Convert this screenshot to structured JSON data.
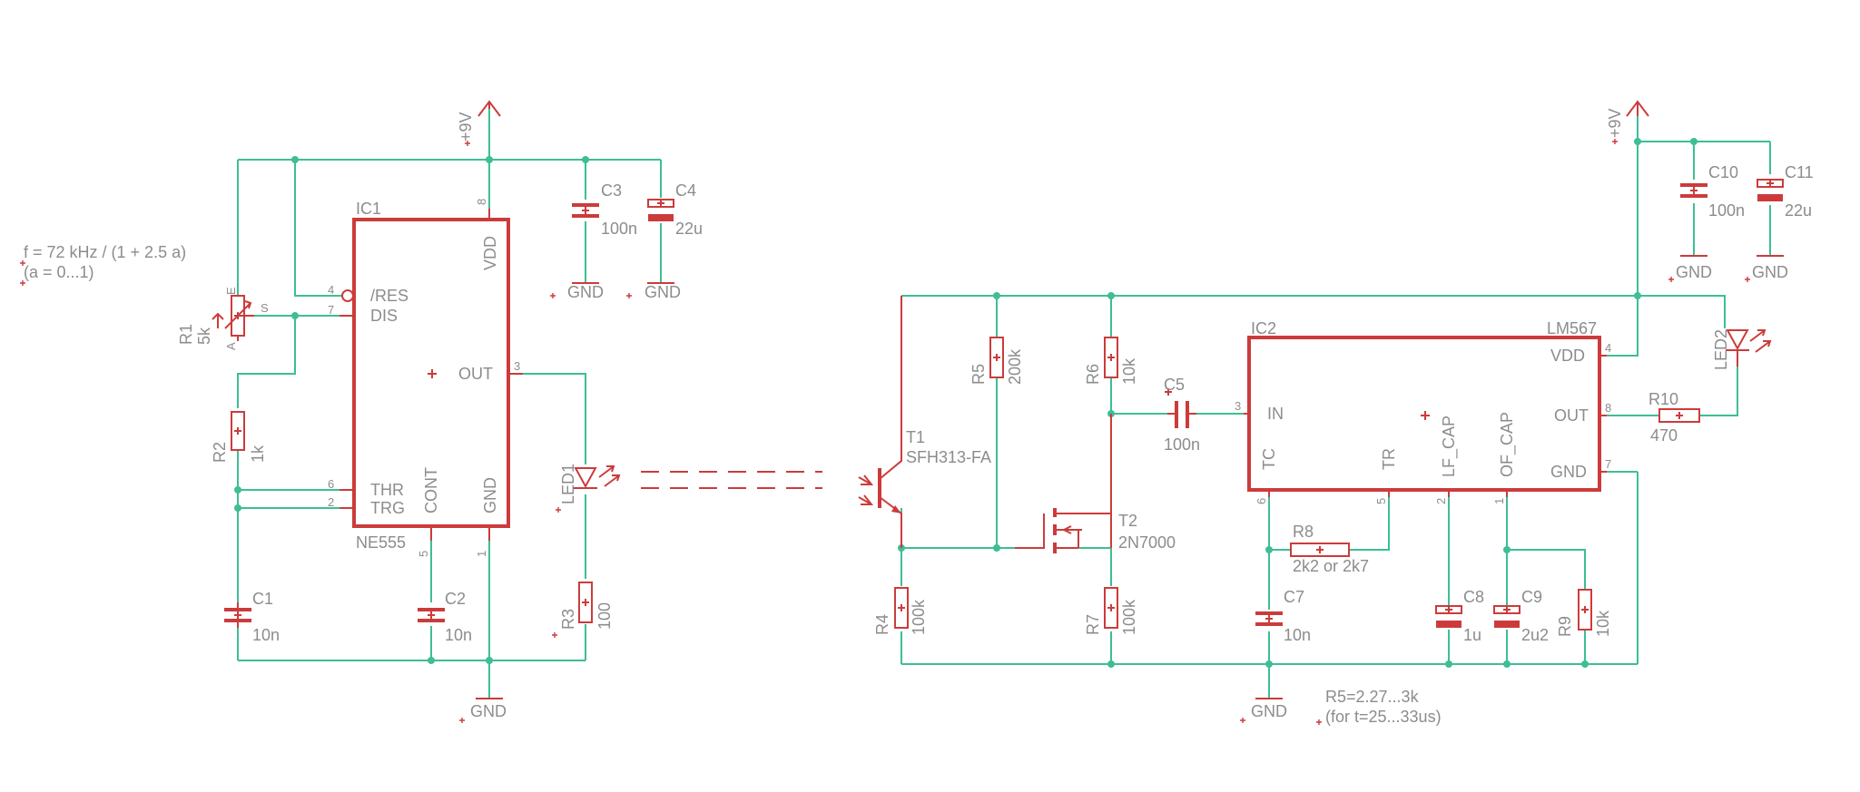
{
  "note": {
    "line1": "f = 72 kHz / (1 + 2.5 a)",
    "line2": "(a = 0...1)",
    "r5_line1": "R5=2.27...3k",
    "r5_line2": "(for t=25...33us)"
  },
  "supply": {
    "vcc1": "+9V",
    "vcc2": "+9V",
    "gnd": "GND"
  },
  "ic1": {
    "name": "IC1",
    "value": "NE555",
    "pins": {
      "res": "/RES",
      "dis": "DIS",
      "thr": "THR",
      "trg": "TRG",
      "vdd": "VDD",
      "out": "OUT",
      "cont": "CONT",
      "gnd": "GND"
    },
    "pin_numbers": {
      "res": "4",
      "dis": "7",
      "thr": "6",
      "trg": "2",
      "vdd": "8",
      "out": "3",
      "cont": "5",
      "gnd": "1"
    }
  },
  "ic2": {
    "name": "IC2",
    "value": "LM567",
    "pins": {
      "in": "IN",
      "vdd": "VDD",
      "out": "OUT",
      "gnd": "GND",
      "tc": "TC",
      "tr": "TR",
      "lf_cap": "LF_CAP",
      "of_cap": "OF_CAP"
    },
    "pin_numbers": {
      "in": "3",
      "vdd": "4",
      "out": "8",
      "gnd": "7",
      "tc": "6",
      "tr": "5",
      "lf_cap": "2",
      "of_cap": "1"
    }
  },
  "components": {
    "r1": {
      "name": "R1",
      "value": "5k",
      "pin_a": "A",
      "pin_e": "E",
      "pin_s": "S"
    },
    "r2": {
      "name": "R2",
      "value": "1k"
    },
    "r3": {
      "name": "R3",
      "value": "100"
    },
    "r4": {
      "name": "R4",
      "value": "100k"
    },
    "r5": {
      "name": "R5",
      "value": "200k"
    },
    "r6": {
      "name": "R6",
      "value": "10k"
    },
    "r7": {
      "name": "R7",
      "value": "100k"
    },
    "r8": {
      "name": "R8",
      "value": "2k2 or 2k7"
    },
    "r9": {
      "name": "R9",
      "value": "10k"
    },
    "r10": {
      "name": "R10",
      "value": "470"
    },
    "c1": {
      "name": "C1",
      "value": "10n"
    },
    "c2": {
      "name": "C2",
      "value": "10n"
    },
    "c3": {
      "name": "C3",
      "value": "100n"
    },
    "c4": {
      "name": "C4",
      "value": "22u"
    },
    "c5": {
      "name": "C5",
      "value": "100n"
    },
    "c7": {
      "name": "C7",
      "value": "10n"
    },
    "c8": {
      "name": "C8",
      "value": "1u"
    },
    "c9": {
      "name": "C9",
      "value": "2u2"
    },
    "c10": {
      "name": "C10",
      "value": "100n"
    },
    "c11": {
      "name": "C11",
      "value": "22u"
    },
    "led1": {
      "name": "LED1"
    },
    "led2": {
      "name": "LED2"
    },
    "t1": {
      "name": "T1",
      "value": "SFH313-FA"
    },
    "t2": {
      "name": "T2",
      "value": "2N7000"
    }
  },
  "colors": {
    "wire": "#3dbe96",
    "part": "#cc3b3b",
    "label": "#8c8c8c",
    "background": "#ffffff"
  }
}
